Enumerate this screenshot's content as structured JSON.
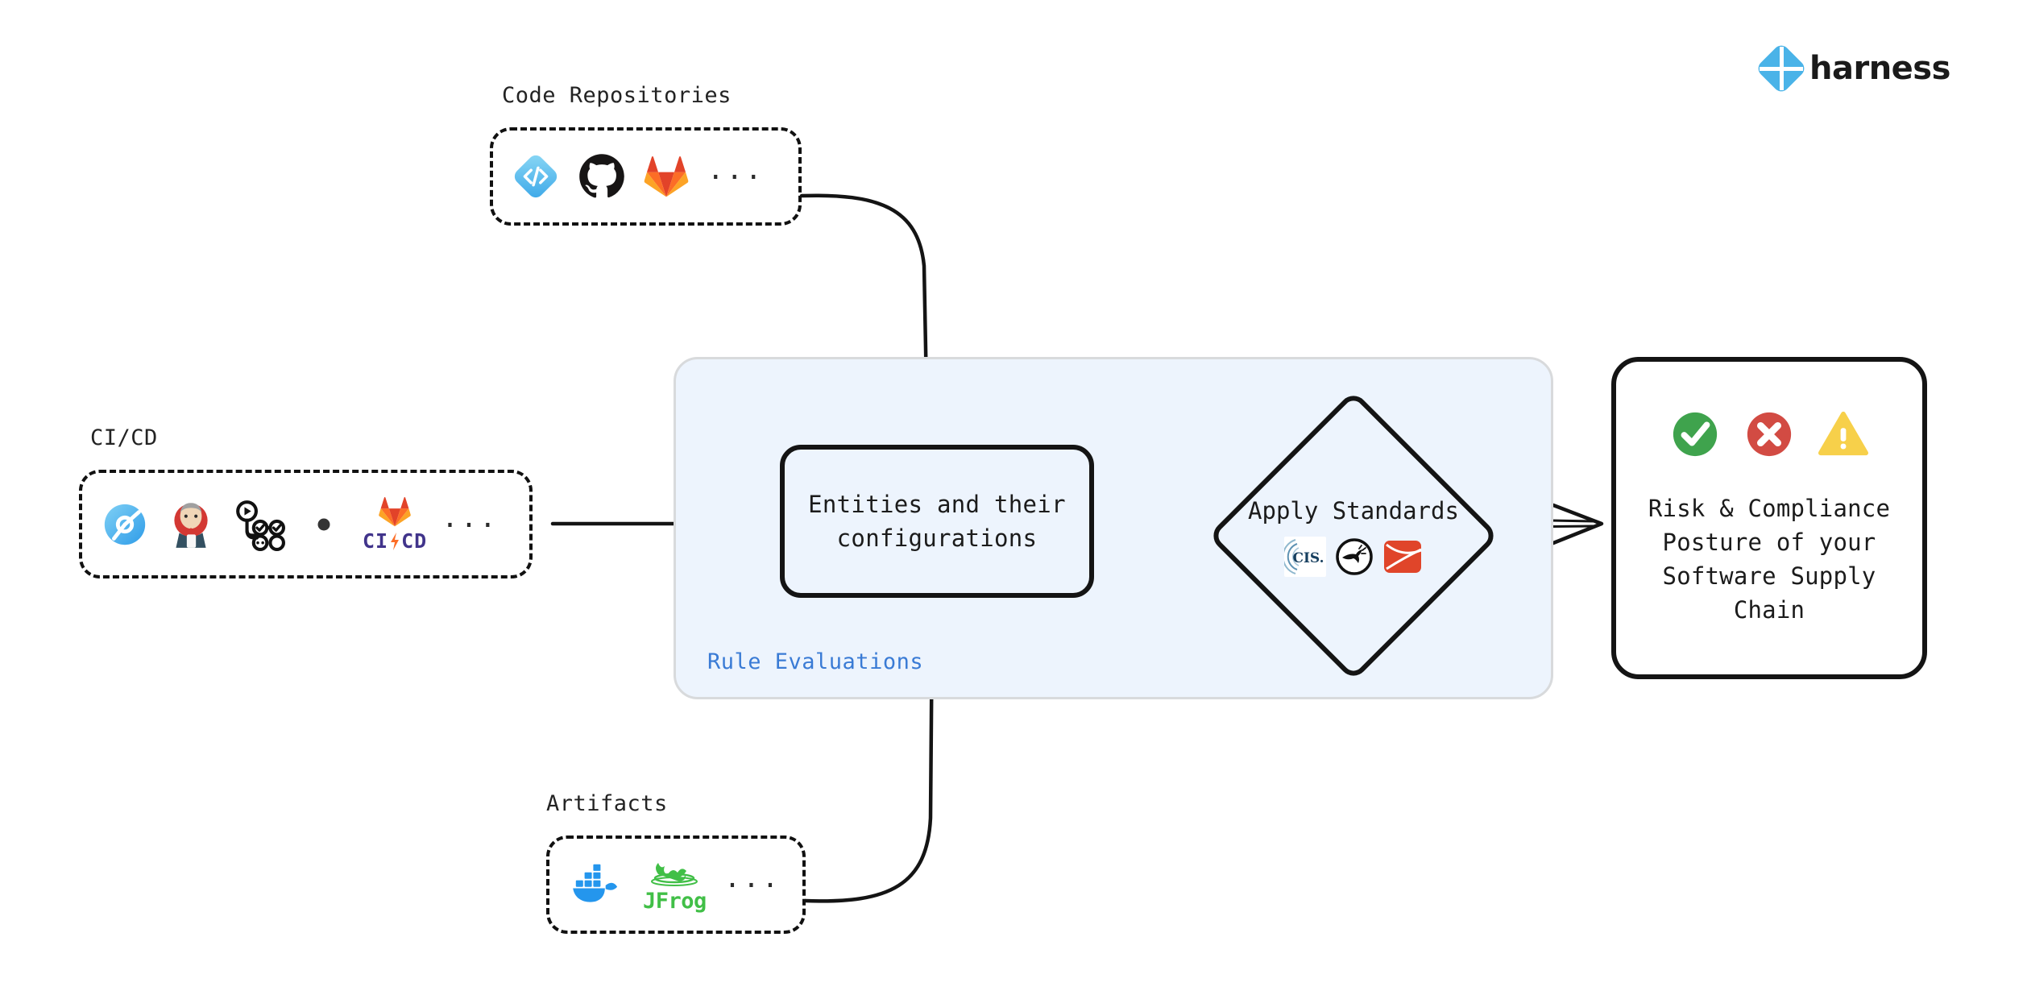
{
  "brand": {
    "name": "harness",
    "mark_color": "#4AB3E8",
    "text_color": "#1A1A1A",
    "logo_icon": "harness-diamond-icon"
  },
  "sections": {
    "code_repositories": {
      "label": "Code Repositories",
      "more_indicator": "...",
      "tools": [
        {
          "name": "Harness Code Repository",
          "icon": "harness-code-icon",
          "color": "#4AB3E8"
        },
        {
          "name": "GitHub",
          "icon": "github-icon",
          "color": "#171515"
        },
        {
          "name": "GitLab",
          "icon": "gitlab-icon",
          "color": "#E24329"
        }
      ]
    },
    "ci_cd": {
      "label": "CI/CD",
      "more_indicator": "...",
      "tools": [
        {
          "name": "Harness CI",
          "icon": "harness-ci-icon",
          "color": "#4AB3E8"
        },
        {
          "name": "Jenkins",
          "icon": "jenkins-icon",
          "color": "#D33833"
        },
        {
          "name": "GitHub Actions",
          "icon": "github-actions-icon",
          "color": "#111111"
        },
        {
          "name": "CircleCI",
          "icon": "circleci-icon",
          "color": "#343434"
        },
        {
          "name": "GitLab CI/CD",
          "icon": "gitlab-cicd-icon",
          "color": "#E24329",
          "wordmark": "CI/CD"
        }
      ]
    },
    "artifacts": {
      "label": "Artifacts",
      "more_indicator": "...",
      "tools": [
        {
          "name": "Docker",
          "icon": "docker-icon",
          "color": "#2496ED"
        },
        {
          "name": "JFrog",
          "icon": "jfrog-icon",
          "color": "#41BF47",
          "wordmark": "JFrog"
        }
      ]
    }
  },
  "panel": {
    "label": "Rule Evaluations",
    "label_color": "#3A7BD5",
    "fill_color": "#EDF4FD",
    "border_color": "#D8DADC"
  },
  "entity_node": {
    "text": "Entities and their configurations"
  },
  "standards_node": {
    "title": "Apply Standards",
    "standards": [
      {
        "name": "CIS Benchmarks",
        "icon": "cis-icon",
        "label": "CIS",
        "color": "#0B3A5D"
      },
      {
        "name": "OWASP",
        "icon": "owasp-icon",
        "color": "#111111"
      },
      {
        "name": "SLSA",
        "icon": "slsa-icon",
        "color": "#E0452A"
      }
    ]
  },
  "outcome_node": {
    "text": "Risk & Compliance Posture of your Software Supply Chain",
    "status_icons": [
      {
        "name": "pass-check-icon",
        "kind": "check",
        "color": "#3FA34D"
      },
      {
        "name": "fail-cross-icon",
        "kind": "cross",
        "color": "#D24B43"
      },
      {
        "name": "warning-triangle-icon",
        "kind": "warning",
        "color": "#F7D04A"
      }
    ]
  },
  "flows": [
    {
      "name": "code-repositories-to-entities",
      "from": "Code Repositories",
      "to": "Entities and their configurations",
      "style": "curved"
    },
    {
      "name": "cicd-to-entities",
      "from": "CI/CD",
      "to": "Entities and their configurations",
      "style": "straight"
    },
    {
      "name": "artifacts-to-entities",
      "from": "Artifacts",
      "to": "Entities and their configurations",
      "style": "curved"
    },
    {
      "name": "entities-to-standards",
      "from": "Entities and their configurations",
      "to": "Apply Standards",
      "style": "double"
    },
    {
      "name": "standards-to-outcome",
      "from": "Apply Standards",
      "to": "Risk & Compliance Posture",
      "style": "double"
    }
  ]
}
